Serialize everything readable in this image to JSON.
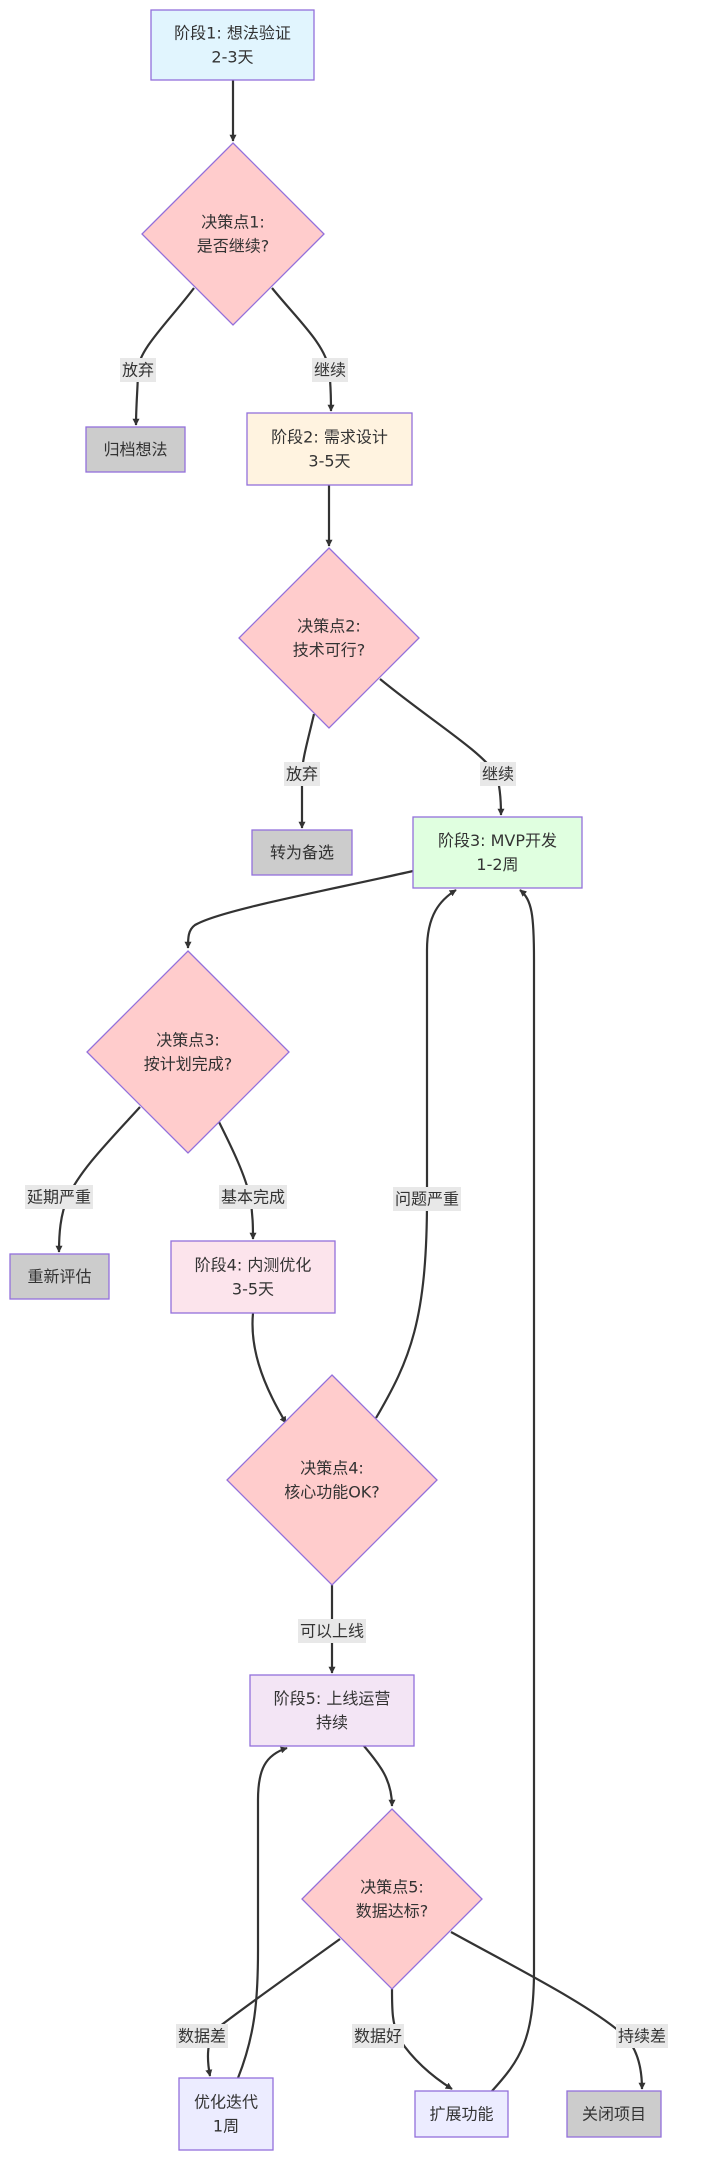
{
  "diagram": {
    "type": "flowchart",
    "colors": {
      "stage1": "#e1f5fe",
      "stage2": "#fff3e0",
      "stage3": "#e0ffe0",
      "stage4": "#fce4ec",
      "stage5": "#f3e5f5",
      "decision": "#ffcccc",
      "terminal": "#cccccc",
      "default": "#ececff",
      "border": "#9370db",
      "edge": "#333333",
      "edge_label_bg": "#e8e8e8"
    },
    "nodes": [
      {
        "id": "S1",
        "shape": "rect",
        "style": "stage1",
        "lines": [
          "阶段1: 想法验证",
          "2-3天"
        ]
      },
      {
        "id": "D1",
        "shape": "diamond",
        "style": "decision",
        "lines": [
          "决策点1:",
          "是否继续?"
        ]
      },
      {
        "id": "A1",
        "shape": "rect",
        "style": "terminal",
        "lines": [
          "归档想法"
        ]
      },
      {
        "id": "S2",
        "shape": "rect",
        "style": "stage2",
        "lines": [
          "阶段2: 需求设计",
          "3-5天"
        ]
      },
      {
        "id": "D2",
        "shape": "diamond",
        "style": "decision",
        "lines": [
          "决策点2:",
          "技术可行?"
        ]
      },
      {
        "id": "A2",
        "shape": "rect",
        "style": "terminal",
        "lines": [
          "转为备选"
        ]
      },
      {
        "id": "S3",
        "shape": "rect",
        "style": "stage3",
        "lines": [
          "阶段3: MVP开发",
          "1-2周"
        ]
      },
      {
        "id": "D3",
        "shape": "diamond",
        "style": "decision",
        "lines": [
          "决策点3:",
          "按计划完成?"
        ]
      },
      {
        "id": "A3",
        "shape": "rect",
        "style": "terminal",
        "lines": [
          "重新评估"
        ]
      },
      {
        "id": "S4",
        "shape": "rect",
        "style": "stage4",
        "lines": [
          "阶段4: 内测优化",
          "3-5天"
        ]
      },
      {
        "id": "D4",
        "shape": "diamond",
        "style": "decision",
        "lines": [
          "决策点4:",
          "核心功能OK?"
        ]
      },
      {
        "id": "S5",
        "shape": "rect",
        "style": "stage5",
        "lines": [
          "阶段5: 上线运营",
          "持续"
        ]
      },
      {
        "id": "D5",
        "shape": "diamond",
        "style": "decision",
        "lines": [
          "决策点5:",
          "数据达标?"
        ]
      },
      {
        "id": "O1",
        "shape": "rect",
        "style": "default",
        "lines": [
          "优化迭代",
          "1周"
        ]
      },
      {
        "id": "O2",
        "shape": "rect",
        "style": "default",
        "lines": [
          "扩展功能"
        ]
      },
      {
        "id": "A4",
        "shape": "rect",
        "style": "terminal",
        "lines": [
          "关闭项目"
        ]
      }
    ],
    "edges": [
      {
        "from": "S1",
        "to": "D1",
        "label": ""
      },
      {
        "from": "D1",
        "to": "A1",
        "label": "放弃"
      },
      {
        "from": "D1",
        "to": "S2",
        "label": "继续"
      },
      {
        "from": "S2",
        "to": "D2",
        "label": ""
      },
      {
        "from": "D2",
        "to": "A2",
        "label": "放弃"
      },
      {
        "from": "D2",
        "to": "S3",
        "label": "继续"
      },
      {
        "from": "S3",
        "to": "D3",
        "label": ""
      },
      {
        "from": "D3",
        "to": "A3",
        "label": "延期严重"
      },
      {
        "from": "D3",
        "to": "S4",
        "label": "基本完成"
      },
      {
        "from": "S4",
        "to": "D4",
        "label": ""
      },
      {
        "from": "D4",
        "to": "S3",
        "label": "问题严重"
      },
      {
        "from": "D4",
        "to": "S5",
        "label": "可以上线"
      },
      {
        "from": "S5",
        "to": "D5",
        "label": ""
      },
      {
        "from": "D5",
        "to": "O1",
        "label": "数据差"
      },
      {
        "from": "D5",
        "to": "O2",
        "label": "数据好"
      },
      {
        "from": "D5",
        "to": "A4",
        "label": "持续差"
      },
      {
        "from": "O1",
        "to": "S5",
        "label": ""
      },
      {
        "from": "O2",
        "to": "S3",
        "label": ""
      }
    ]
  }
}
